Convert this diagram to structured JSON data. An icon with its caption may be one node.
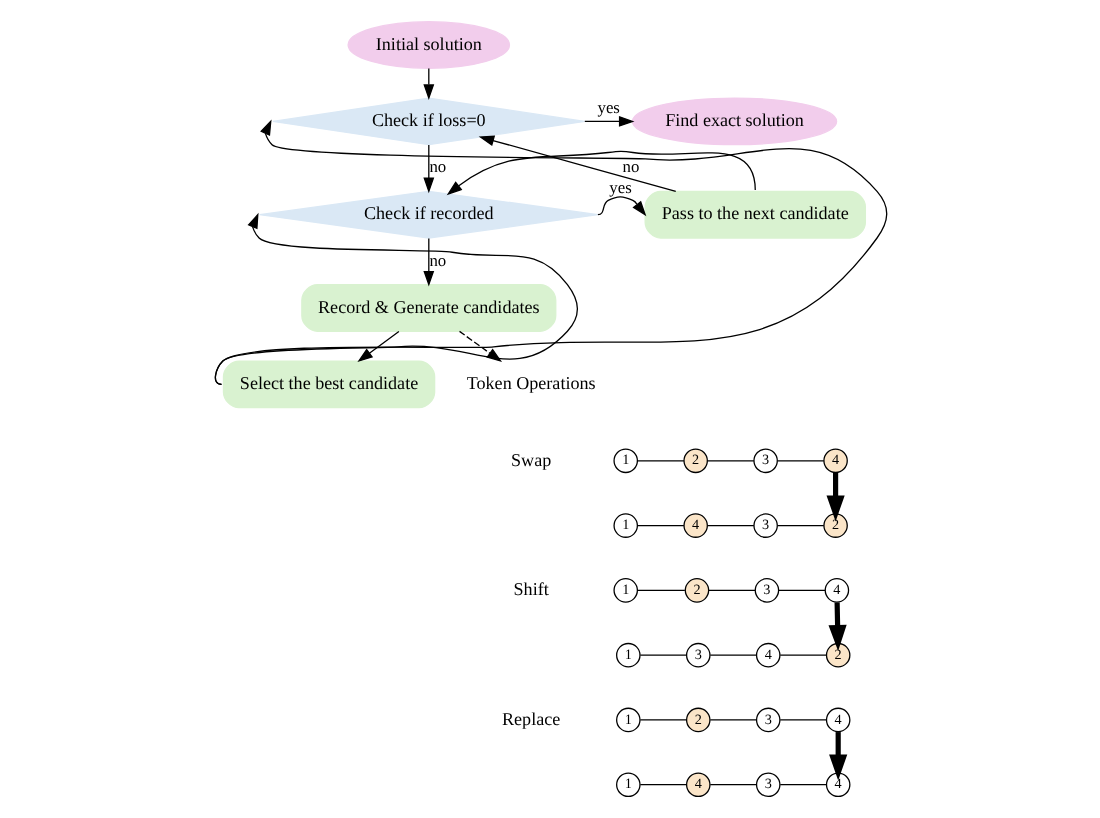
{
  "diagram": {
    "nodes": [
      {
        "text": [
          "Initial solution"
        ]
      },
      {
        "text": [
          "Check if loss=0"
        ]
      },
      {
        "text": [
          "Find exact solution"
        ]
      },
      {
        "text": [
          "Check if recorded"
        ]
      },
      {
        "text": [
          "Pass to the next candidate"
        ]
      },
      {
        "text": [
          "Record & Generate candidates"
        ]
      },
      {
        "text": [
          "Select the best candidate"
        ]
      },
      {
        "text": [
          "Token Operations"
        ]
      },
      {
        "text": [
          "1"
        ]
      },
      {
        "text": [
          "2"
        ]
      },
      {
        "text": [
          "3"
        ]
      },
      {
        "text": [
          "4"
        ]
      },
      {
        "text": [
          "1"
        ]
      },
      {
        "text": [
          "4"
        ]
      },
      {
        "text": [
          "3"
        ]
      },
      {
        "text": [
          "2"
        ]
      },
      {
        "text": [
          "1"
        ]
      },
      {
        "text": [
          "2"
        ]
      },
      {
        "text": [
          "3"
        ]
      },
      {
        "text": [
          "4"
        ]
      },
      {
        "text": [
          "1"
        ]
      },
      {
        "text": [
          "3"
        ]
      },
      {
        "text": [
          "4"
        ]
      },
      {
        "text": [
          "2"
        ]
      },
      {
        "text": [
          "1"
        ]
      },
      {
        "text": [
          "2"
        ]
      },
      {
        "text": [
          "3"
        ]
      },
      {
        "text": [
          "4"
        ]
      },
      {
        "text": [
          "1"
        ]
      },
      {
        "text": [
          "4"
        ]
      },
      {
        "text": [
          "3"
        ]
      },
      {
        "text": [
          "4"
        ]
      }
    ],
    "edges": [
      {
        "from": 0,
        "to": 1,
        "arrow": "to"
      },
      {
        "from": 1,
        "to": 2,
        "arrow": "to",
        "label": "yes"
      },
      {
        "from": 1,
        "to": 3,
        "arrow": "to",
        "label": "no"
      },
      {
        "from": 3,
        "to": 4,
        "arrow": "to",
        "label": "yes"
      },
      {
        "from": 3,
        "to": 5,
        "arrow": "to",
        "label": "no"
      },
      {
        "from": 4,
        "to": 1,
        "arrow": "to",
        "label": "no"
      },
      {
        "from": 4,
        "to": 3,
        "arrow": "to"
      },
      {
        "from": 5,
        "to": 6,
        "arrow": "to"
      },
      {
        "from": 6,
        "to": 1,
        "arrow": "to"
      },
      {
        "from": 6,
        "to": 3,
        "arrow": "to"
      },
      {
        "from": 5,
        "to": 7,
        "arrow": "to",
        "style": "dashed"
      },
      {
        "from": 8,
        "to": 9,
        "arrow": "none"
      },
      {
        "from": 9,
        "to": 10,
        "arrow": "none"
      },
      {
        "from": 10,
        "to": 11,
        "arrow": "none"
      },
      {
        "from": 12,
        "to": 13,
        "arrow": "none"
      },
      {
        "from": 13,
        "to": 14,
        "arrow": "none"
      },
      {
        "from": 14,
        "to": 15,
        "arrow": "none"
      },
      {
        "from": 11,
        "to": 15,
        "arrow": "to",
        "style": "thick"
      },
      {
        "from": 16,
        "to": 17,
        "arrow": "none"
      },
      {
        "from": 17,
        "to": 18,
        "arrow": "none"
      },
      {
        "from": 18,
        "to": 19,
        "arrow": "none"
      },
      {
        "from": 20,
        "to": 21,
        "arrow": "none"
      },
      {
        "from": 21,
        "to": 22,
        "arrow": "none"
      },
      {
        "from": 22,
        "to": 23,
        "arrow": "none"
      },
      {
        "from": 19,
        "to": 23,
        "arrow": "to",
        "style": "thick"
      },
      {
        "from": 24,
        "to": 25,
        "arrow": "none"
      },
      {
        "from": 25,
        "to": 26,
        "arrow": "none"
      },
      {
        "from": 26,
        "to": 27,
        "arrow": "none"
      },
      {
        "from": 28,
        "to": 29,
        "arrow": "none"
      },
      {
        "from": 29,
        "to": 30,
        "arrow": "none"
      },
      {
        "from": 30,
        "to": 31,
        "arrow": "none"
      },
      {
        "from": 27,
        "to": 31,
        "arrow": "to",
        "style": "thick"
      }
    ],
    "labels": [
      "Swap",
      "Shift",
      "Replace"
    ]
  }
}
